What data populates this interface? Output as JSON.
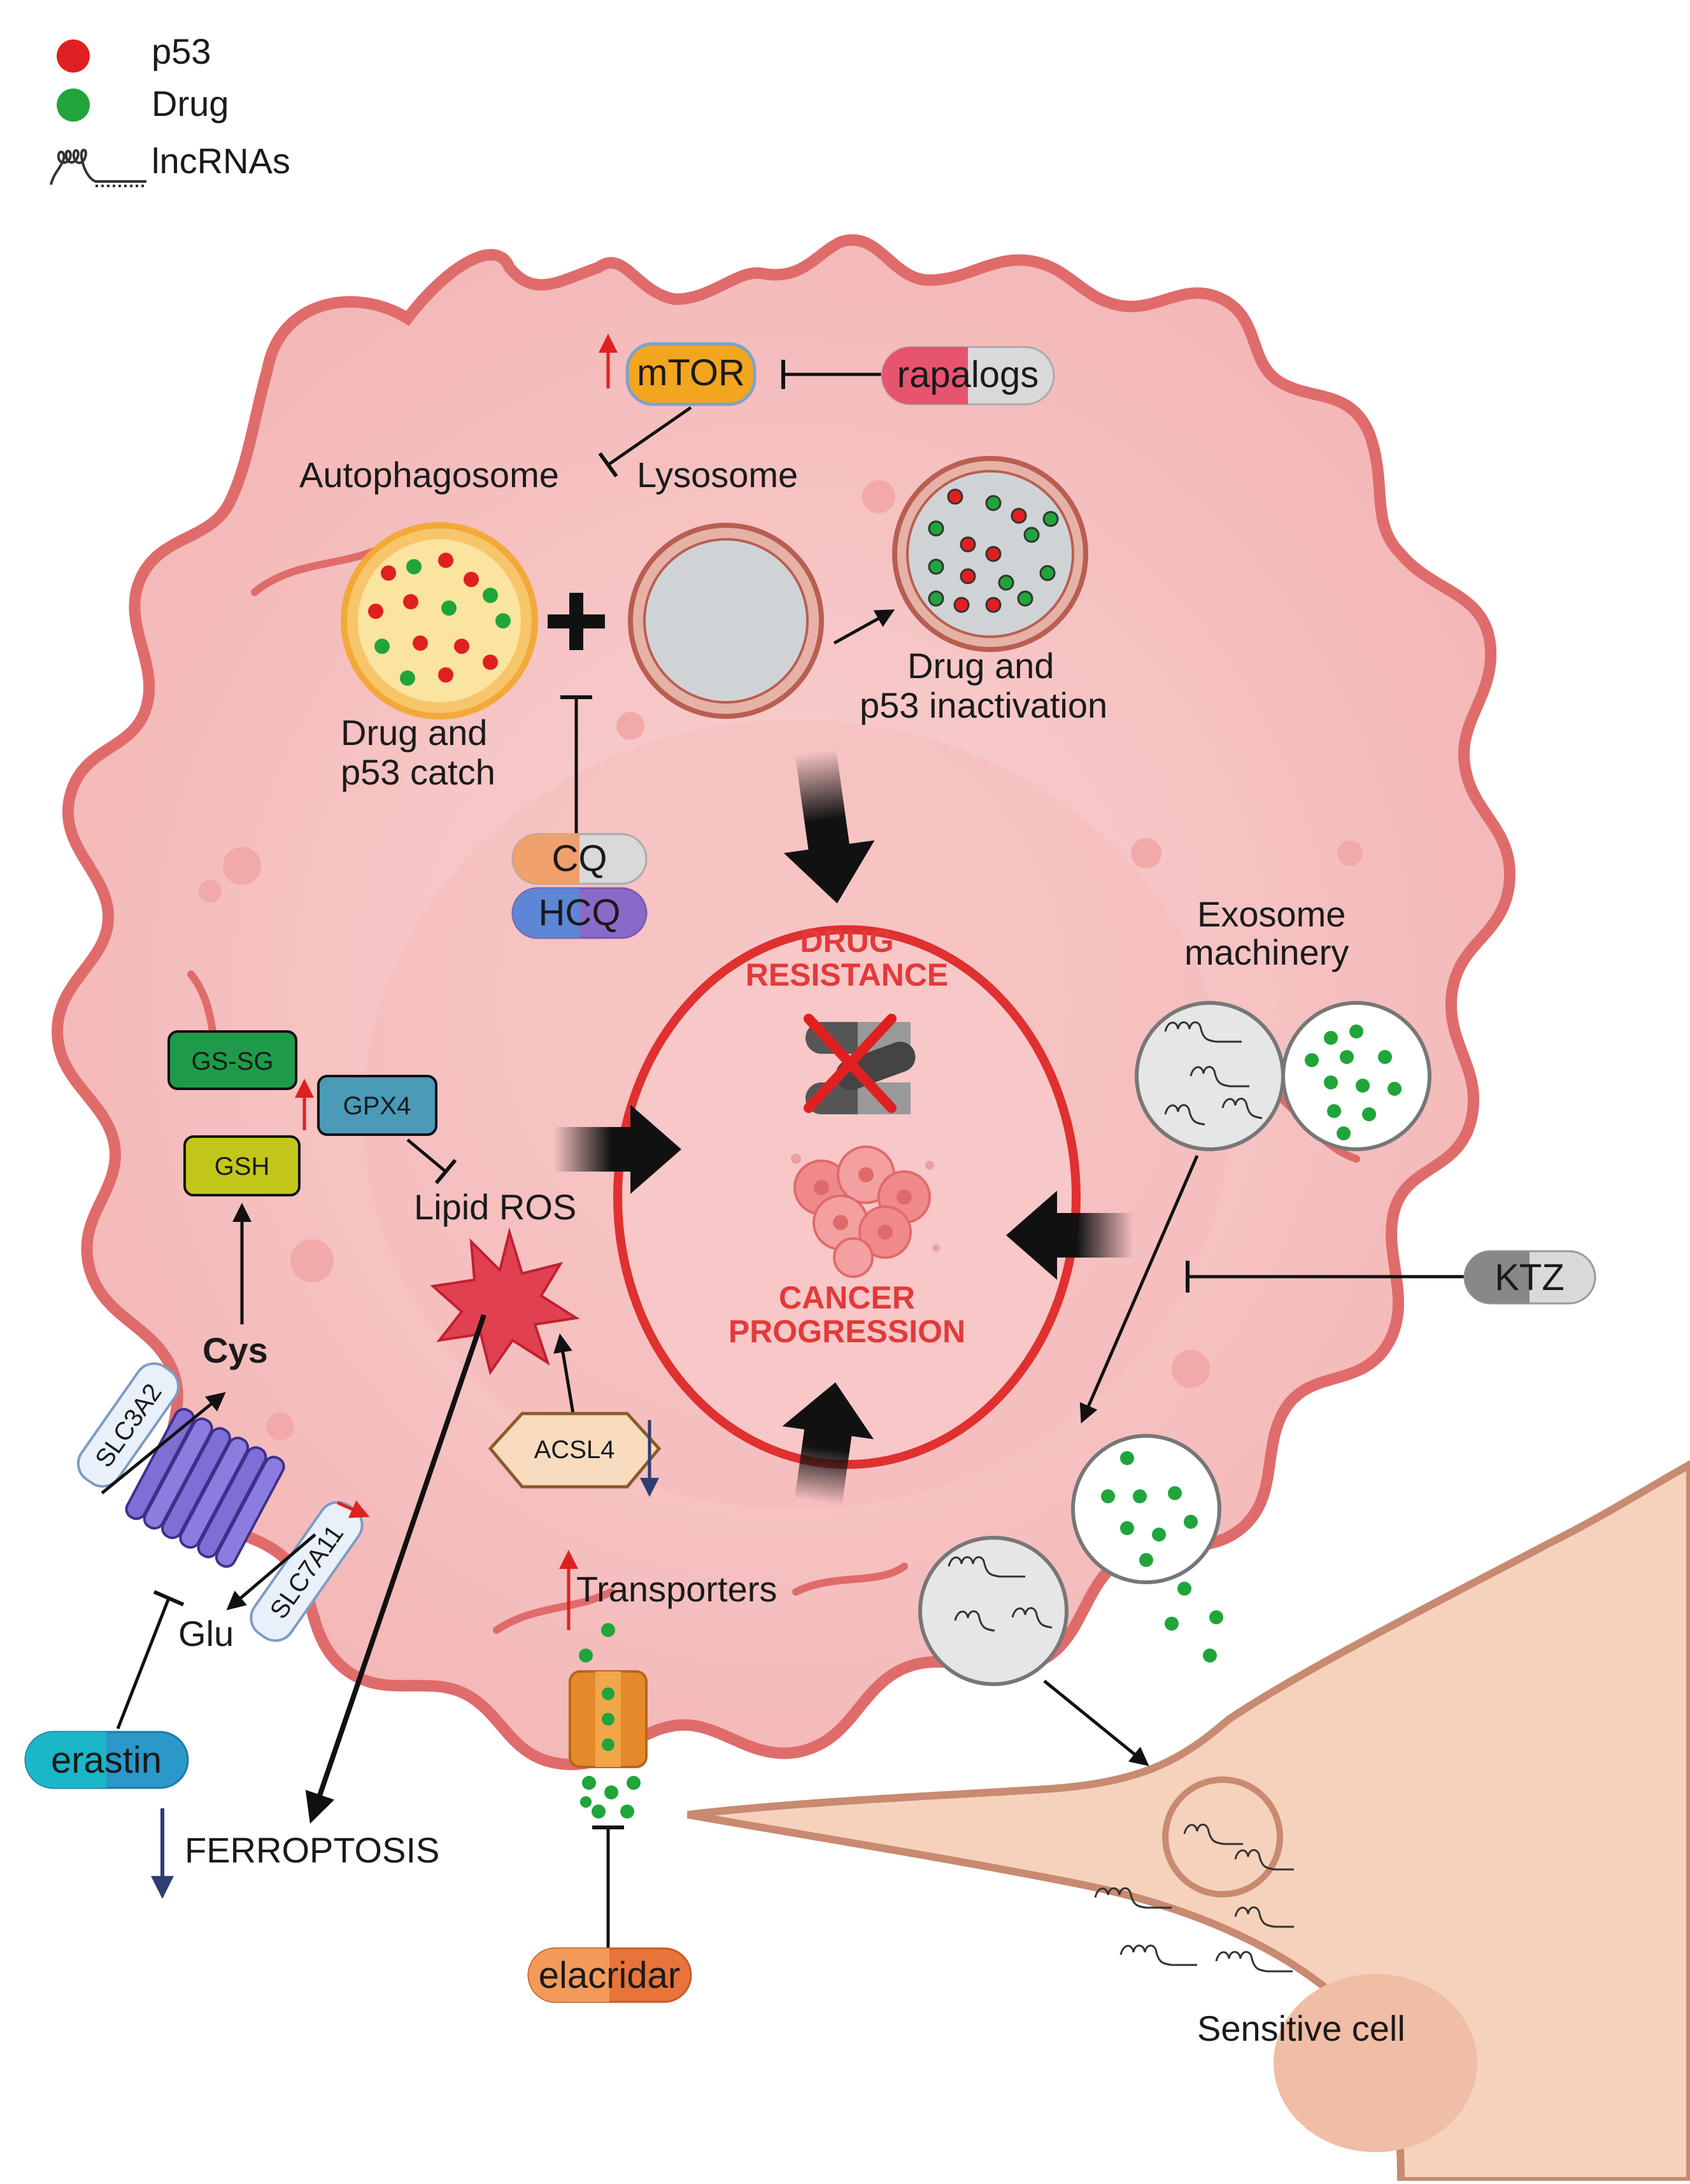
{
  "legend": {
    "p53": "p53",
    "drug": "Drug",
    "lncrnas": "lncRNAs"
  },
  "colors": {
    "p53_dot": "#e02020",
    "drug_dot": "#1fa53a",
    "cell_fill": "#f7c6c6",
    "cell_edge": "#e06b6b",
    "sensitive_cell": "#f6d2bd",
    "resistance_ring": "#e03030"
  },
  "top": {
    "mtor": "mTOR",
    "rapalogs": "rapalogs",
    "autophagosome": "Autophagosome",
    "lysosome": "Lysosome",
    "catch_line1": "Drug and",
    "catch_line2": "p53 catch",
    "inact_line1": "Drug and",
    "inact_line2": "p53 inactivation",
    "cq": "CQ",
    "hcq": "HCQ"
  },
  "center": {
    "drug_resistance_line1": "DRUG",
    "drug_resistance_line2": "RESISTANCE",
    "cancer_progression_line1": "CANCER",
    "cancer_progression_line2": "PROGRESSION"
  },
  "left": {
    "gssg": "GS-SG",
    "gpx4": "GPX4",
    "gsh": "GSH",
    "lipid_ros": "Lipid ROS",
    "cys": "Cys",
    "slc3a2": "SLC3A2",
    "slc7a11": "SLC7A11",
    "glu": "Glu",
    "acsl4": "ACSL4",
    "erastin": "erastin",
    "ferroptosis": "FERROPTOSIS"
  },
  "bottom": {
    "transporters": "Transporters",
    "elacridar": "elacridar"
  },
  "right": {
    "exosome_line1": "Exosome",
    "exosome_line2": "machinery",
    "ktz": "KTZ",
    "sensitive_cell": "Sensitive cell"
  }
}
